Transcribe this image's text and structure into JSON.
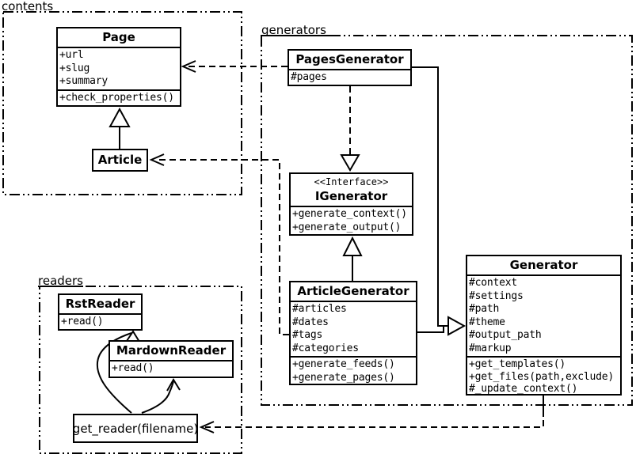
{
  "packages": {
    "contents": {
      "label": "contents"
    },
    "generators": {
      "label": "generators"
    },
    "readers": {
      "label": "readers"
    }
  },
  "classes": {
    "page": {
      "name": "Page",
      "attributes": [
        "+url",
        "+slug",
        "+summary"
      ],
      "methods": [
        "+check_properties()"
      ]
    },
    "article": {
      "name": "Article"
    },
    "pages_generator": {
      "name": "PagesGenerator",
      "attributes": [
        "#pages"
      ]
    },
    "igenerator": {
      "stereotype": "<<Interface>>",
      "name": "IGenerator",
      "methods": [
        "+generate_context()",
        "+generate_output()"
      ]
    },
    "article_generator": {
      "name": "ArticleGenerator",
      "attributes": [
        "#articles",
        "#dates",
        "#tags",
        "#categories"
      ],
      "methods": [
        "+generate_feeds()",
        "+generate_pages()"
      ]
    },
    "generator": {
      "name": "Generator",
      "attributes": [
        "#context",
        "#settings",
        "#path",
        "#theme",
        "#output_path",
        "#markup"
      ],
      "methods": [
        "+get_templates()",
        "+get_files(path,exclude)",
        "#_update_context()"
      ]
    },
    "rst_reader": {
      "name": "RstReader",
      "methods": [
        "+read()"
      ]
    },
    "mardown_reader": {
      "name": "MardownReader",
      "methods": [
        "+read()"
      ]
    },
    "get_reader": {
      "label": "get_reader(filename)"
    }
  },
  "relationships": [
    {
      "type": "generalization",
      "from": "Article",
      "to": "Page"
    },
    {
      "type": "dependency",
      "from": "PagesGenerator",
      "to": "Page"
    },
    {
      "type": "dependency",
      "from": "ArticleGenerator",
      "to": "Article"
    },
    {
      "type": "realization",
      "from": "PagesGenerator",
      "to": "IGenerator"
    },
    {
      "type": "generalization",
      "from": "ArticleGenerator",
      "to": "IGenerator"
    },
    {
      "type": "generalization",
      "from": "PagesGenerator",
      "to": "Generator"
    },
    {
      "type": "generalization",
      "from": "ArticleGenerator",
      "to": "Generator"
    },
    {
      "type": "dependency",
      "from": "Generator",
      "to": "get_reader(filename)"
    },
    {
      "type": "arrow",
      "from": "get_reader(filename)",
      "to": "RstReader"
    },
    {
      "type": "arrow",
      "from": "get_reader(filename)",
      "to": "MardownReader"
    }
  ],
  "colors": {
    "line": "#000000",
    "background": "#ffffff"
  }
}
